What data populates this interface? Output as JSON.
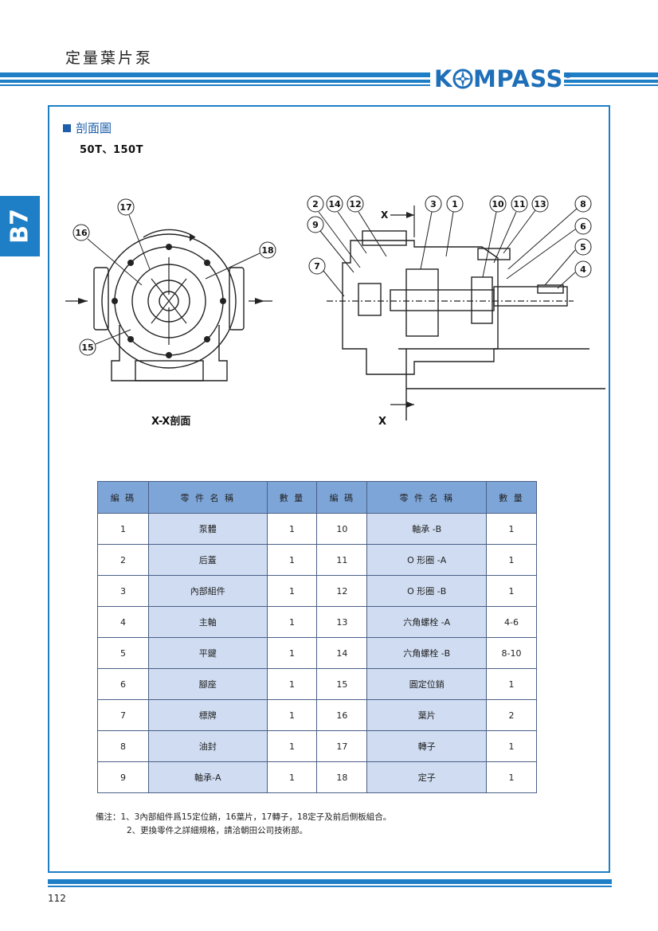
{
  "header": {
    "title": "定量葉片泵",
    "brand": "KOMPASS",
    "brand_prefix": "K",
    "brand_suffix": "MPASS",
    "registered": "®"
  },
  "side_tab": {
    "label": "B7"
  },
  "section": {
    "heading": "剖面圖",
    "model": "50T、150T"
  },
  "drawing": {
    "left_caption": "X-X剖面",
    "right_caption": "X",
    "section_marker": "X",
    "left_callouts": [
      "17",
      "16",
      "18",
      "15"
    ],
    "right_callouts": [
      "2",
      "14",
      "12",
      "3",
      "1",
      "10",
      "11",
      "13",
      "8",
      "9",
      "6",
      "5",
      "7",
      "4"
    ]
  },
  "table": {
    "headers": [
      "編 碼",
      "零 件 名 稱",
      "數 量",
      "編 碼",
      "零 件 名 稱",
      "數 量"
    ],
    "rows": [
      [
        "1",
        "泵體",
        "1",
        "10",
        "軸承 -B",
        "1"
      ],
      [
        "2",
        "后蓋",
        "1",
        "11",
        "O 形圈 -A",
        "1"
      ],
      [
        "3",
        "內部組件",
        "1",
        "12",
        "O 形圈 -B",
        "1"
      ],
      [
        "4",
        "主軸",
        "1",
        "13",
        "六角螺栓 -A",
        "4-6"
      ],
      [
        "5",
        "平鍵",
        "1",
        "14",
        "六角螺栓 -B",
        "8-10"
      ],
      [
        "6",
        "腳座",
        "1",
        "15",
        "圓定位銷",
        "1"
      ],
      [
        "7",
        "標牌",
        "1",
        "16",
        "葉片",
        "2"
      ],
      [
        "8",
        "油封",
        "1",
        "17",
        "轉子",
        "1"
      ],
      [
        "9",
        "軸承-A",
        "1",
        "18",
        "定子",
        "1"
      ]
    ]
  },
  "notes": {
    "line1": "備注：1、3內部組件爲15定位銷，16葉片，17轉子，18定子及前后側板組合。",
    "line2": "2、更換零件之詳細規格，請洽朝田公司技術部。"
  },
  "footer": {
    "page_number": "112"
  },
  "colors": {
    "brand_blue": "#1e7fc6",
    "header_cell": "#7da5d8",
    "body_cell": "#cfdcf1"
  }
}
